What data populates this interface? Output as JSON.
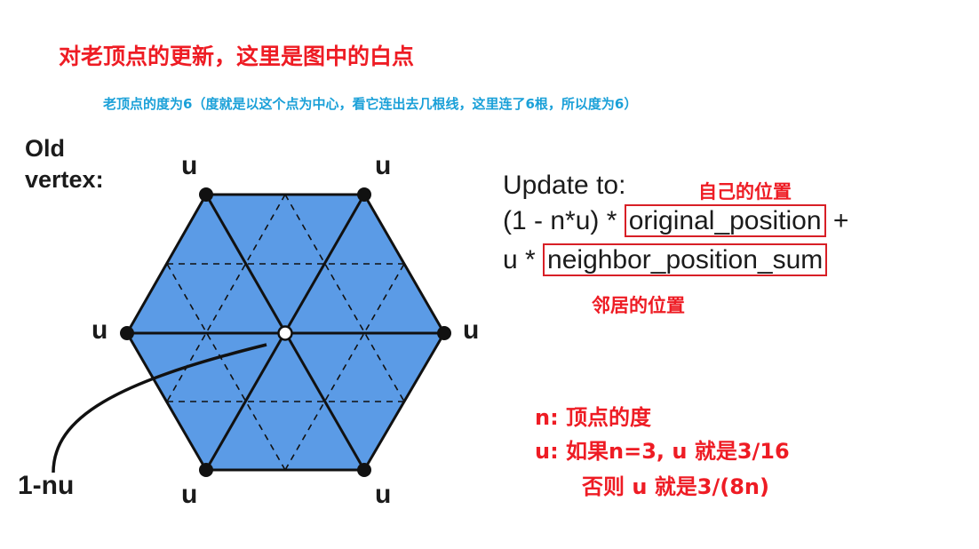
{
  "title": "对老顶点的更新，这里是图中的白点",
  "subtitle": "老顶点的度为6（度就是以这个点为中心，看它连出去几根线，这里连了6根，所以度为6）",
  "figure": {
    "old_vertex_label": "Old vertex:",
    "neighbor_weight_label": "u",
    "center_weight_label": "1-nu",
    "colors": {
      "fill": "#5b9be6",
      "edge": "#111111",
      "center": "#ffffff"
    }
  },
  "formula": {
    "line1": "Update to:",
    "line2_prefix": "(1 - n*u) * ",
    "original": "original_position",
    "line2_suffix": " +",
    "line3_prefix": "u * ",
    "neighbor_sum": "neighbor_position_sum",
    "original_note": "自己的位置",
    "neighbor_note": "邻居的位置"
  },
  "legend": {
    "n_def": "n:  顶点的度",
    "u_def1": "u:  如果n=3, u 就是3/16",
    "u_def2": "否则 u 就是3/(8n)"
  },
  "accent_colors": {
    "red": "#ee1c24",
    "blue": "#1aa0d8"
  }
}
